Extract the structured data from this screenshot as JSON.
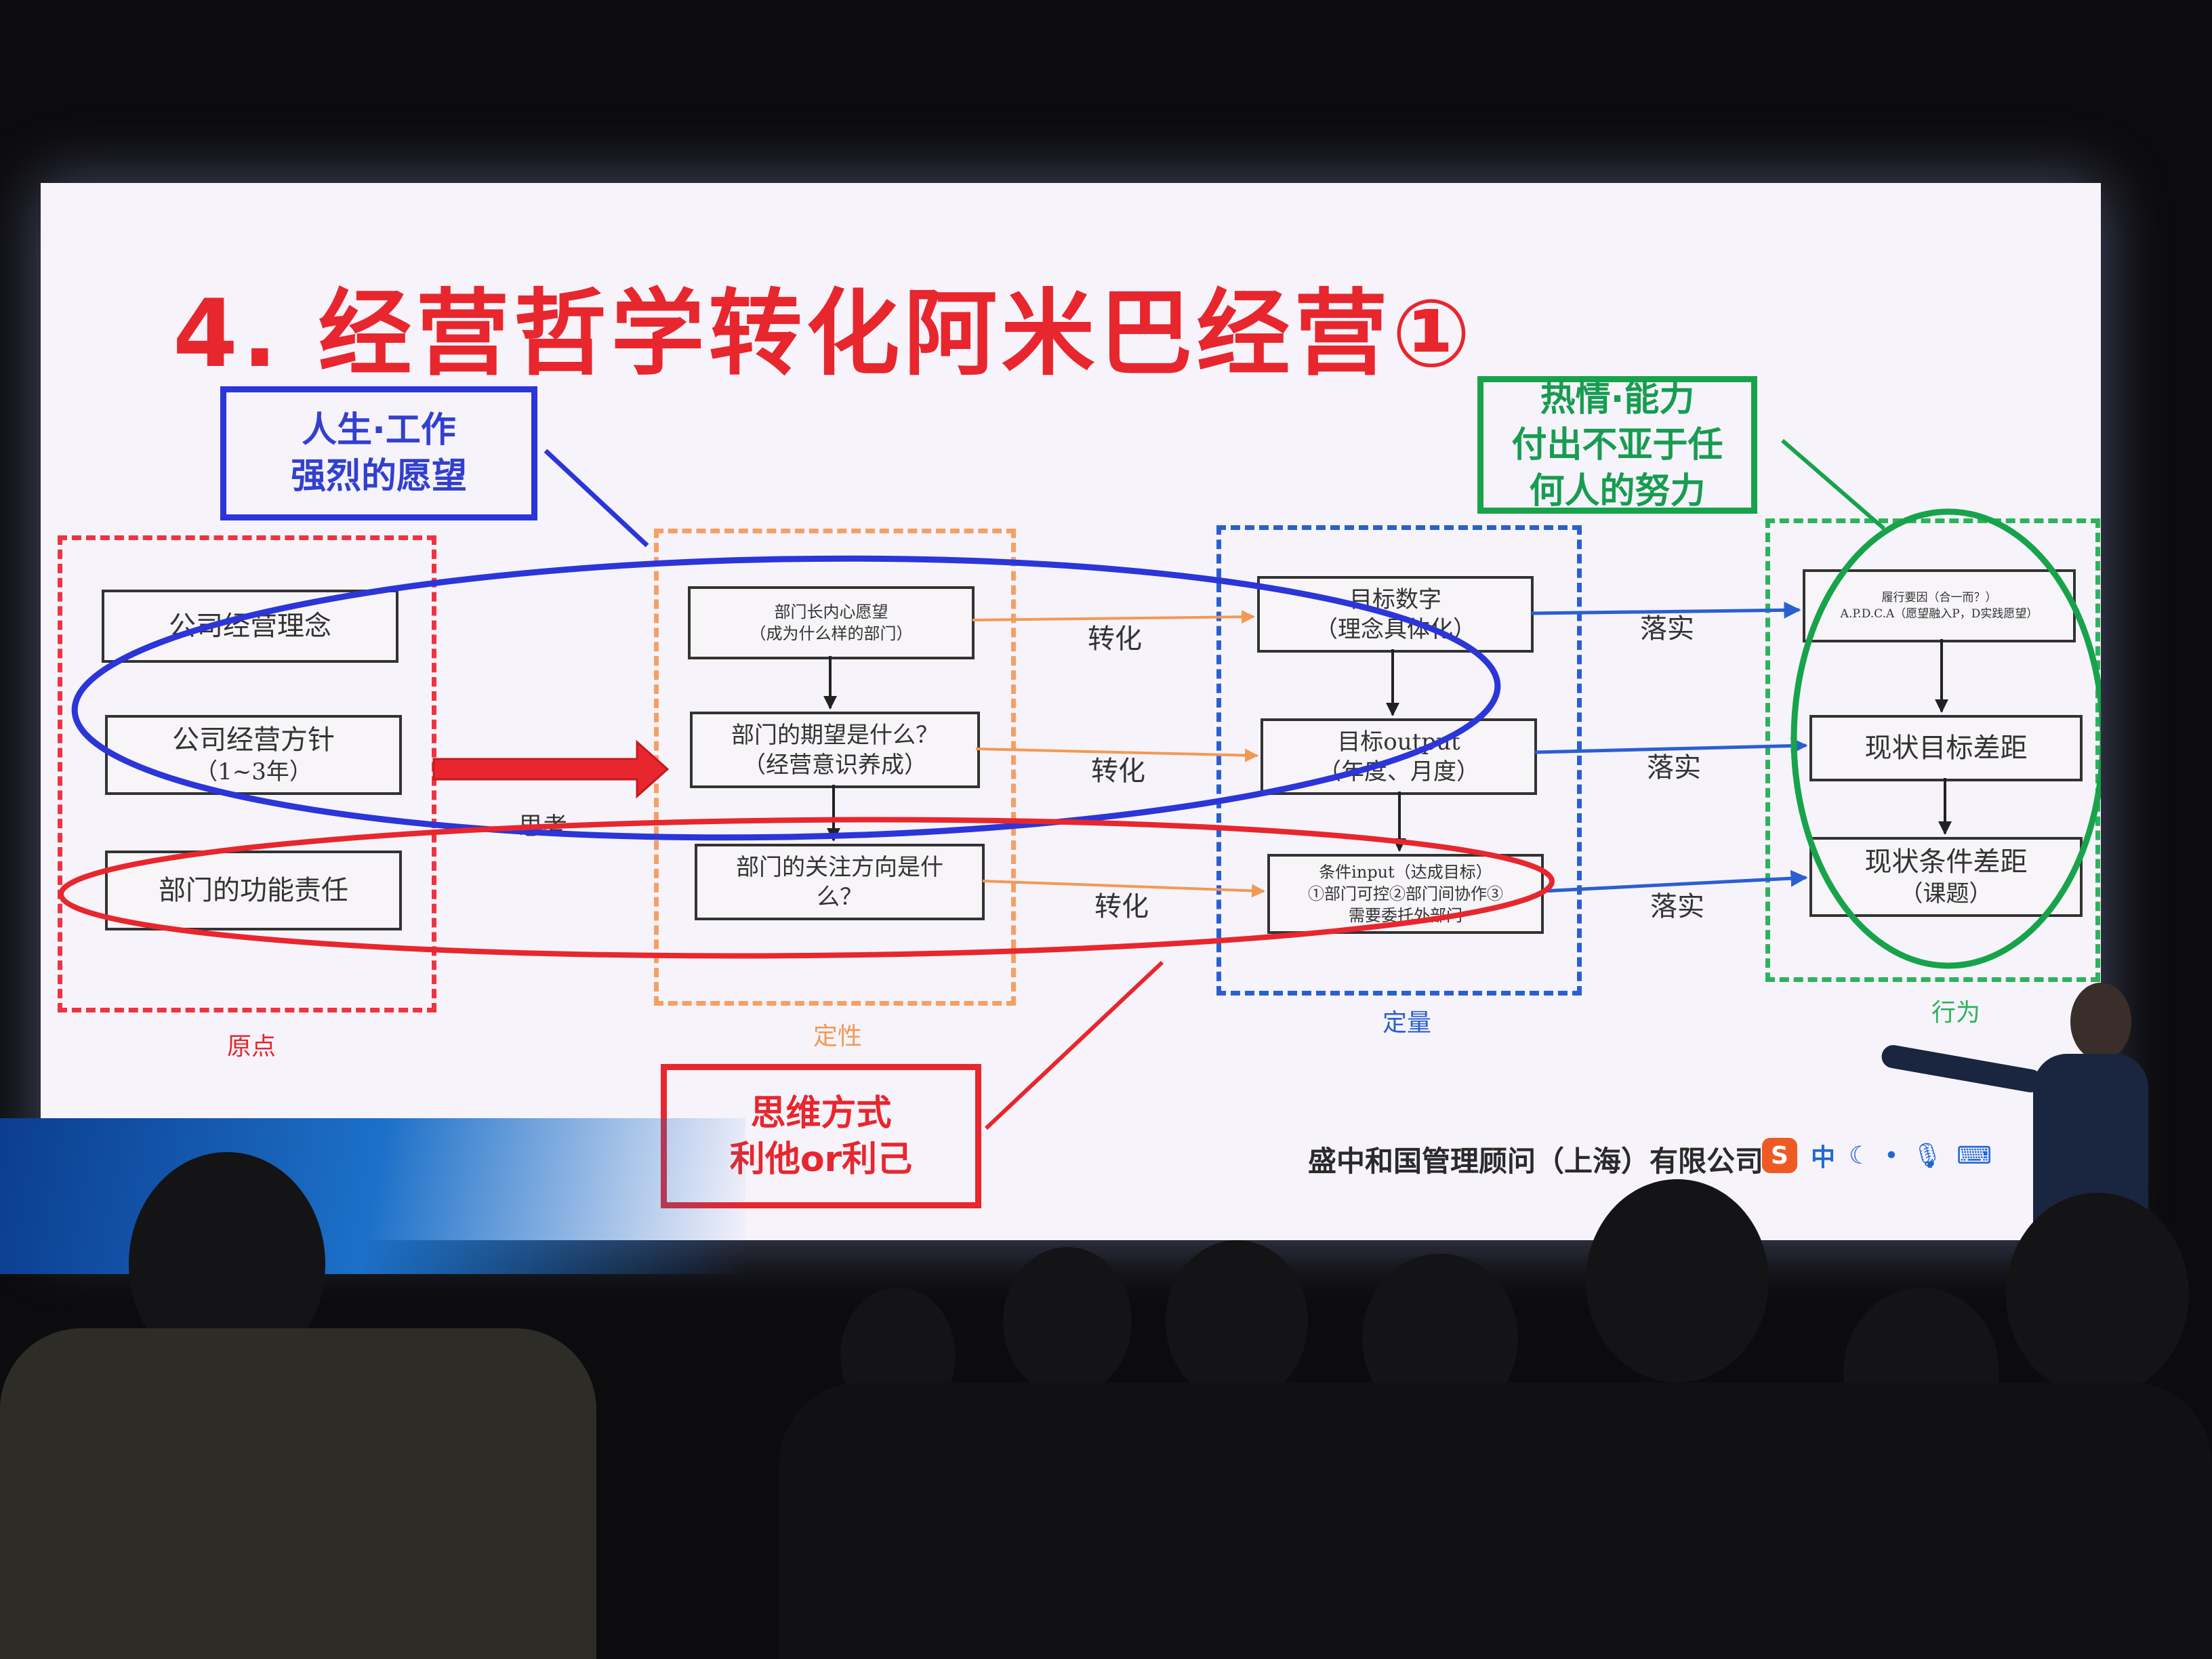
{
  "slide": {
    "title": "4. 经营哲学转化阿米巴经营①",
    "callouts": {
      "blue": [
        "人生·工作",
        "强烈的愿望"
      ],
      "green": [
        "热情·能力",
        "付出不亚于任",
        "何人的努力"
      ],
      "red": [
        "思维方式",
        "利他or利己"
      ]
    },
    "zones": {
      "origin": "原点",
      "qualitative": "定性",
      "quantitative": "定量",
      "behavior": "行为"
    },
    "boxes": {
      "company_philosophy": "公司经营理念",
      "company_policy": [
        "公司经营方针",
        "（1~3年）"
      ],
      "dept_function": "部门的功能责任",
      "dept_heart": [
        "部门长内心愿望",
        "（成为什么样的部门）"
      ],
      "dept_expect": [
        "部门的期望是什么？",
        "（经营意识养成）"
      ],
      "dept_focus": [
        "部门的关注方向是什",
        "么？"
      ],
      "target_number": [
        "目标数字",
        "（理念具体化）"
      ],
      "target_output": [
        "目标output",
        "（年度、月度）"
      ],
      "condition_input": [
        "条件input（达成目标）",
        "①部门可控②部门间协作③",
        "需要委托外部门"
      ],
      "execution": [
        "履行要因（合一而？）",
        "A.P.D.C.A（愿望融入P，D实践愿望）"
      ],
      "gap_target": "现状目标差距",
      "gap_condition": [
        "现状条件差距",
        "（课题）"
      ]
    },
    "flow_labels": {
      "convert": "转化",
      "land": "落实",
      "think": "思考"
    },
    "footer": "盛中和国管理顾问（上海）有限公司",
    "ime": {
      "s": "S",
      "zh": "中"
    }
  },
  "icons": [
    "moon-icon",
    "dots-icon",
    "mic-icon",
    "keyboard-icon"
  ],
  "colors": {
    "title_red": "#e8262d",
    "blue": "#2b35d8",
    "green": "#17a34a",
    "orange": "#f5a063"
  }
}
